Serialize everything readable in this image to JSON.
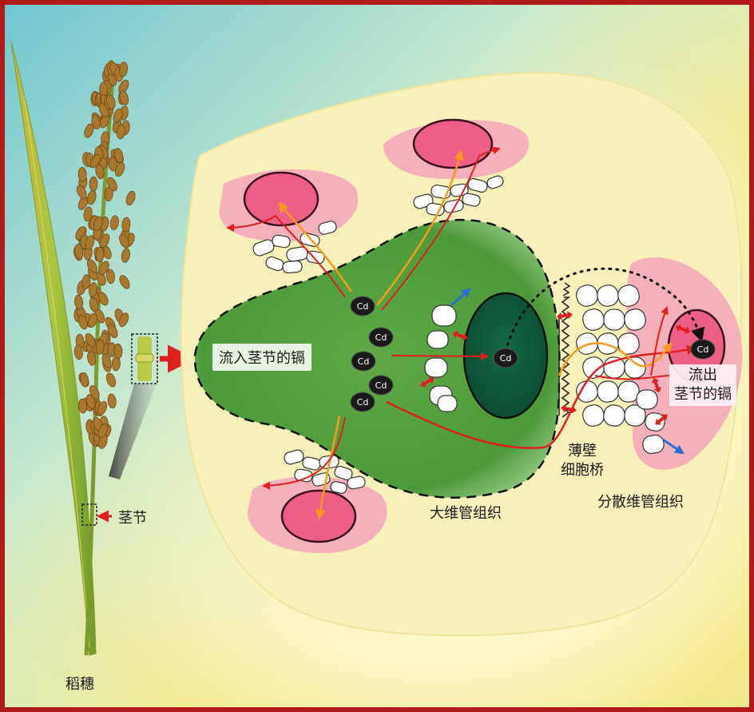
{
  "labels": {
    "rice_panicle": "稻穗",
    "stem_node": "茎节",
    "inflow": "流入茎节的镉",
    "outflow_line1": "流出",
    "outflow_line2": "茎节的镉",
    "parenchyma_line1": "薄壁",
    "parenchyma_line2": "细胞桥",
    "large_vascular": "大维管组织",
    "diffuse_vascular": "分散维管组织",
    "cd": "Cd"
  },
  "colors": {
    "frame": "#b01a1a",
    "node_body": "#f7f0b8",
    "large_vascular_tissue": "#5fa845",
    "xylem_core": "#0d5a3a",
    "phloem": "#ec6a8c",
    "pink_halo": "#f5b0c0",
    "flow_red": "#e0201e",
    "flow_orange": "#f59a1a",
    "efflux_blue": "#2a6fd6"
  }
}
